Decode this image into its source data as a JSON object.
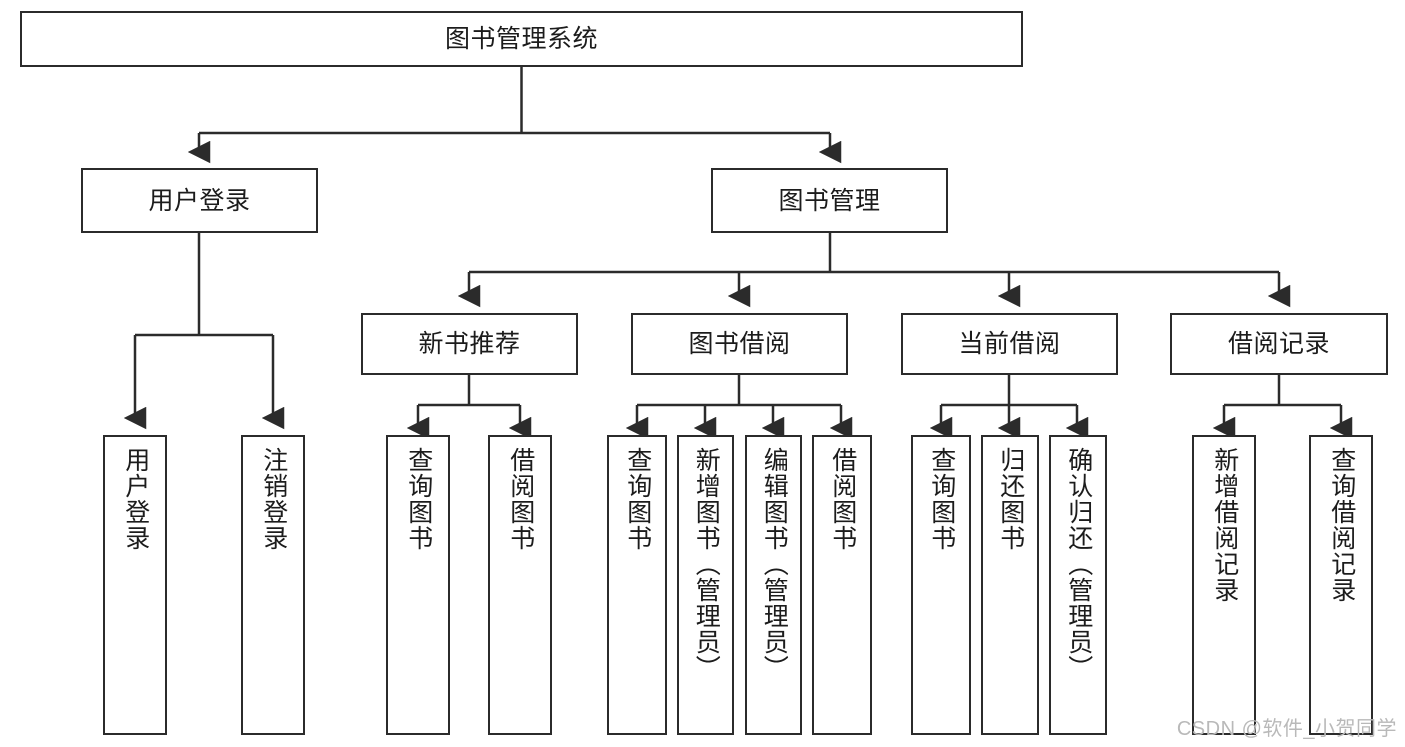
{
  "diagram": {
    "title": "图书管理系统",
    "type": "tree-hierarchy-chart",
    "watermark": "CSDN @软件_小贺同学",
    "colors": {
      "stroke": "#2b2b2b",
      "fill": "#ffffff",
      "text": "#1c1c1c",
      "watermark": "#b9b9b9"
    }
  },
  "root": {
    "label": "图书管理系统"
  },
  "level2": [
    {
      "label": "用户登录"
    },
    {
      "label": "图书管理"
    }
  ],
  "level3": [
    {
      "label": "新书推荐"
    },
    {
      "label": "图书借阅"
    },
    {
      "label": "当前借阅"
    },
    {
      "label": "借阅记录"
    }
  ],
  "leaves": {
    "user_login": [
      {
        "label": "用户登录"
      },
      {
        "label": "注销登录"
      }
    ],
    "new_book_recommend": [
      {
        "label": "查询图书"
      },
      {
        "label": "借阅图书"
      }
    ],
    "book_borrow": [
      {
        "label": "查询图书"
      },
      {
        "label": "新增图书（管理员）"
      },
      {
        "label": "编辑图书（管理员）"
      },
      {
        "label": "借阅图书"
      }
    ],
    "current_borrow": [
      {
        "label": "查询图书"
      },
      {
        "label": "归还图书"
      },
      {
        "label": "确认归还（管理员）"
      }
    ],
    "borrow_record": [
      {
        "label": "新增借阅记录"
      },
      {
        "label": "查询借阅记录"
      }
    ]
  }
}
